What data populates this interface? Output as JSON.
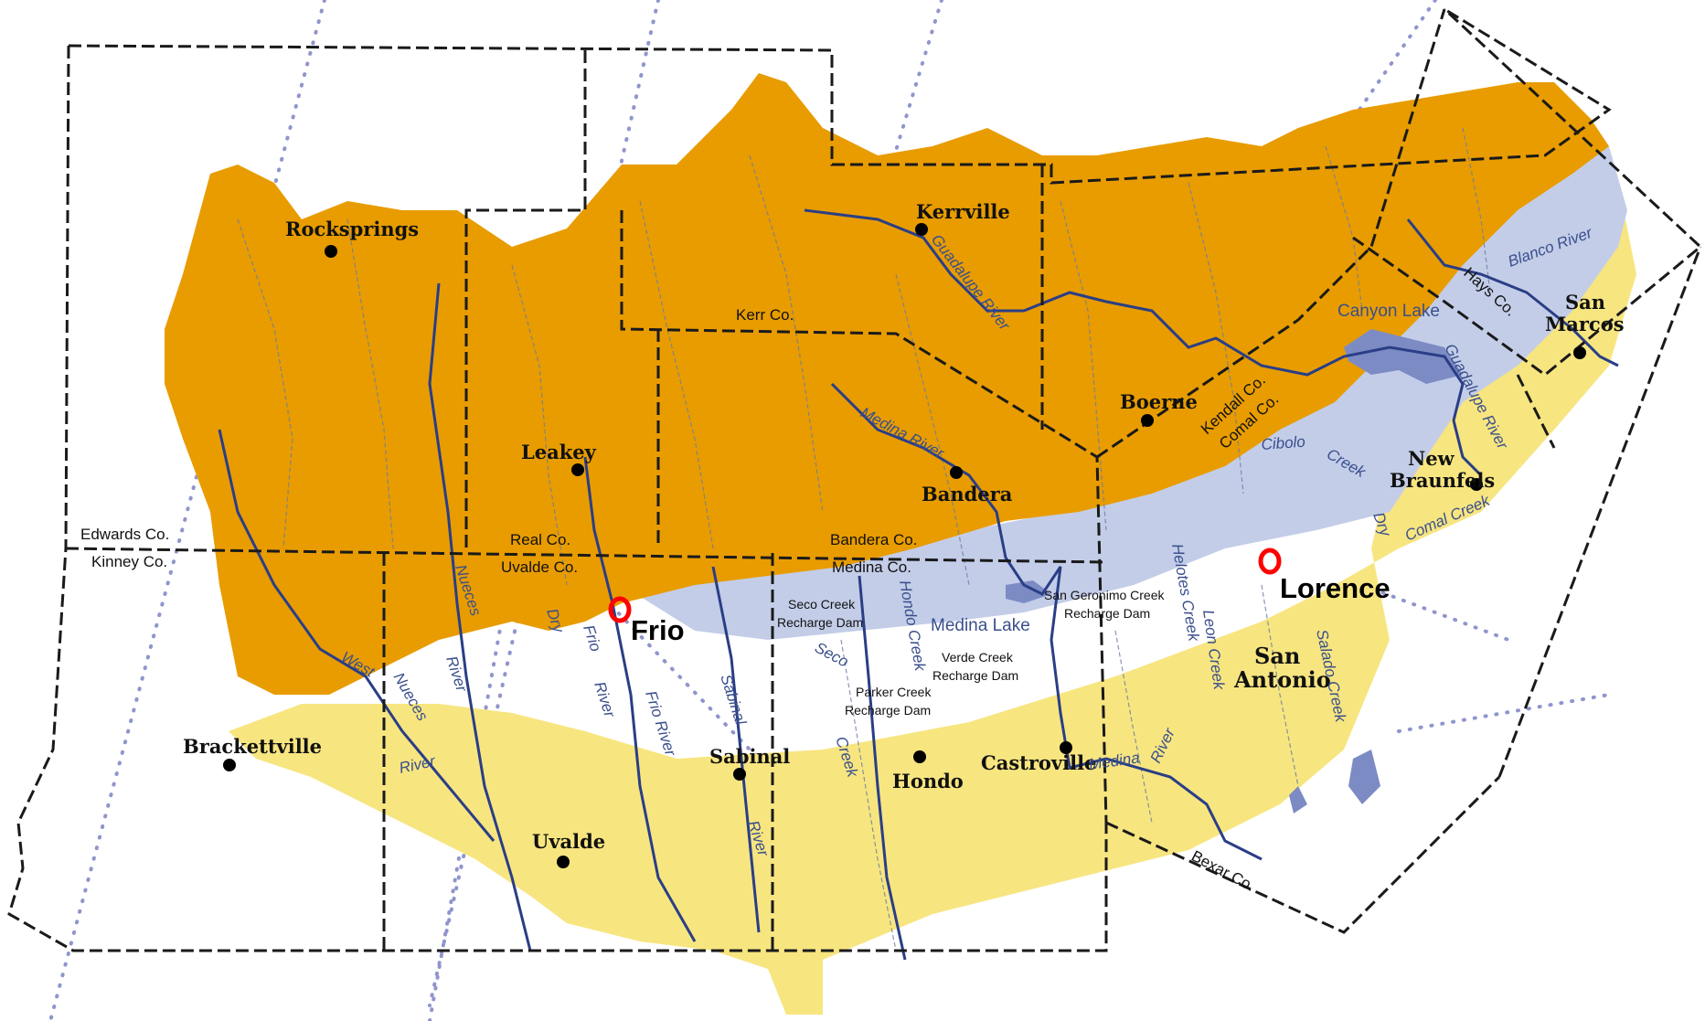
{
  "colors": {
    "contributing_zone": "#e89c00",
    "recharge_zone": "#c3cde8",
    "artesian_zone": "#f7e580",
    "river": "#2a3e86",
    "county_line": "#1a1a1a",
    "marker": "#ff0000"
  },
  "cities": {
    "rocksprings": "Rocksprings",
    "kerrville": "Kerrville",
    "leakey": "Leakey",
    "bandera": "Bandera",
    "boerne": "Boerne",
    "san_marcos_1": "San",
    "san_marcos_2": "Marcos",
    "new_braunfels_1": "New",
    "new_braunfels_2": "Braunfels",
    "san_antonio_1": "San",
    "san_antonio_2": "Antonio",
    "brackettville": "Brackettville",
    "uvalde": "Uvalde",
    "sabinal": "Sabinal",
    "hondo": "Hondo",
    "castroville": "Castroville"
  },
  "counties": {
    "edwards": "Edwards Co.",
    "kinney": "Kinney Co.",
    "real": "Real Co.",
    "uvalde": "Uvalde Co.",
    "kerr": "Kerr Co.",
    "bandera": "Bandera Co.",
    "medina": "Medina Co.",
    "kendall": "Kendall Co.",
    "comal": "Comal Co.",
    "hays": "Hays Co.",
    "bexar": "Bexar Co."
  },
  "water": {
    "guadalupe_river": "Guadalupe River",
    "guadalupe_river_east": "Guadalupe River",
    "blanco_river": "Blanco River",
    "canyon_lake": "Canyon Lake",
    "medina_river": "Medina River",
    "medina_lake": "Medina Lake",
    "cibolo_creek_1": "Cibolo",
    "cibolo_creek_2": "Creek",
    "dry_comal_creek_1": "Dry",
    "dry_comal_creek_2": "Comal Creek",
    "helotes_creek": "Helotes Creek",
    "leon_creek": "Leon Creek",
    "salado_creek": "Salado Creek",
    "nueces_river_1": "Nueces",
    "nueces_river_2": "River",
    "west_nueces_1": "West",
    "west_nueces_2": "Nueces",
    "west_nueces_3": "River",
    "dry_frio_1": "Dry",
    "dry_frio_2": "Frio",
    "dry_frio_3": "River",
    "frio_river": "Frio River",
    "sabinal_1": "Sabinal",
    "sabinal_2": "River",
    "hondo_creek": "Hondo Creek",
    "seco_1": "Seco",
    "seco_2": "Creek",
    "medina_river_south_1": "Medina",
    "medina_river_south_2": "River"
  },
  "dams": {
    "seco_1": "Seco Creek",
    "seco_2": "Recharge Dam",
    "parker_1": "Parker Creek",
    "parker_2": "Recharge Dam",
    "verde_1": "Verde Creek",
    "verde_2": "Recharge Dam",
    "san_geronimo_1": "San Geronimo Creek",
    "san_geronimo_2": "Recharge Dam"
  },
  "markers": {
    "frio": "Frio",
    "lorence": "Lorence"
  }
}
